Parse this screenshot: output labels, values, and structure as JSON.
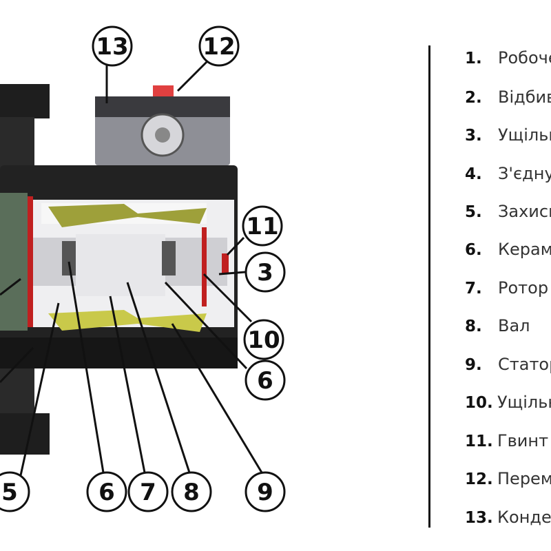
{
  "callouts": [
    "13",
    "12",
    "11",
    "3",
    "10",
    "6",
    "5",
    "6",
    "7",
    "8",
    "9"
  ],
  "legend": [
    {
      "num": "1.",
      "text": "Робоче"
    },
    {
      "num": "2.",
      "text": "Відбив"
    },
    {
      "num": "3.",
      "text": "Ущільн"
    },
    {
      "num": "4.",
      "text": "З'єдну"
    },
    {
      "num": "5.",
      "text": "Захисн"
    },
    {
      "num": "6.",
      "text": "Керам"
    },
    {
      "num": "7.",
      "text": "Ротор"
    },
    {
      "num": "8.",
      "text": "Вал"
    },
    {
      "num": "9.",
      "text": "Статор"
    },
    {
      "num": "10.",
      "text": "Ущільн"
    },
    {
      "num": "11.",
      "text": "Гвинт"
    },
    {
      "num": "12.",
      "text": "Перем"
    },
    {
      "num": "13.",
      "text": "Конде"
    }
  ],
  "colors": {
    "housing": "#1c1c1c",
    "stator": "#c9c94a",
    "seal": "#c02020",
    "capacitor": "#9a9aa2",
    "switch": "#e04040"
  }
}
